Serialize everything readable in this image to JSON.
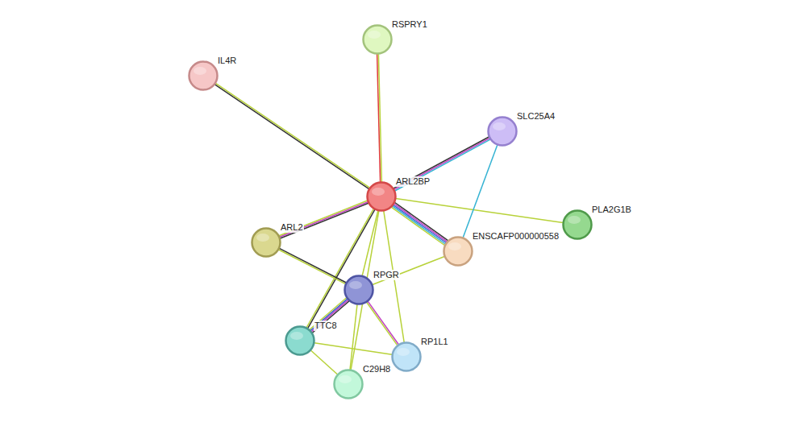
{
  "diagram": {
    "nodes": [
      {
        "text": [
          "RSPRY1"
        ]
      },
      {
        "text": [
          "IL4R"
        ]
      },
      {
        "text": [
          "SLC25A4"
        ]
      },
      {
        "text": [
          "ARL2BP"
        ]
      },
      {
        "text": [
          "PLA2G1B"
        ]
      },
      {
        "text": [
          "ARL2"
        ]
      },
      {
        "text": [
          "ENSCAFP000000558"
        ]
      },
      {
        "text": [
          "RPGR"
        ]
      },
      {
        "text": [
          "TTC8"
        ]
      },
      {
        "text": [
          "RP1L1"
        ]
      },
      {
        "text": [
          "C29H8"
        ]
      }
    ],
    "edges": [
      {
        "from": 3,
        "to": 0,
        "arrow": "none"
      },
      {
        "from": 3,
        "to": 1,
        "arrow": "none"
      },
      {
        "from": 3,
        "to": 2,
        "arrow": "none"
      },
      {
        "from": 3,
        "to": 4,
        "arrow": "none"
      },
      {
        "from": 3,
        "to": 5,
        "arrow": "none"
      },
      {
        "from": 3,
        "to": 6,
        "arrow": "none"
      },
      {
        "from": 3,
        "to": 8,
        "arrow": "none"
      },
      {
        "from": 3,
        "to": 7,
        "arrow": "none"
      },
      {
        "from": 3,
        "to": 10,
        "arrow": "none"
      },
      {
        "from": 3,
        "to": 9,
        "arrow": "none"
      },
      {
        "from": 2,
        "to": 6,
        "arrow": "none"
      },
      {
        "from": 5,
        "to": 7,
        "arrow": "none"
      },
      {
        "from": 6,
        "to": 7,
        "arrow": "none"
      },
      {
        "from": 7,
        "to": 8,
        "arrow": "none"
      },
      {
        "from": 7,
        "to": 9,
        "arrow": "none"
      },
      {
        "from": 7,
        "to": 10,
        "arrow": "none"
      },
      {
        "from": 8,
        "to": 9,
        "arrow": "none"
      },
      {
        "from": 8,
        "to": 10,
        "arrow": "none"
      }
    ]
  }
}
